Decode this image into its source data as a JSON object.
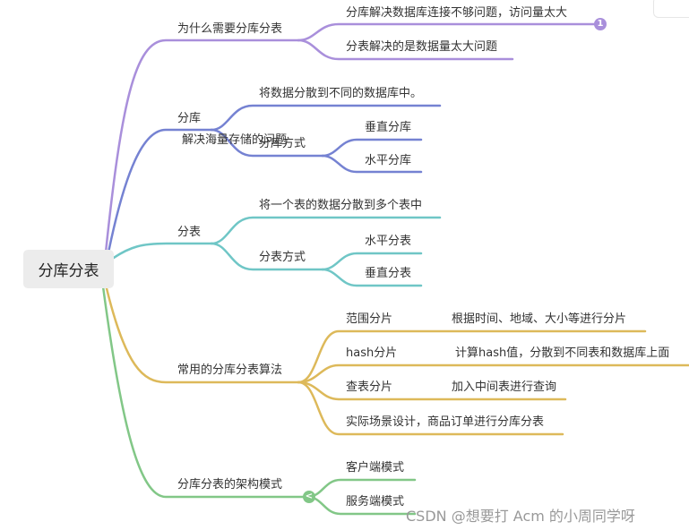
{
  "root": "分库分表",
  "colors": {
    "purple": "#a98fdb",
    "blue": "#7582d2",
    "teal": "#6fc6c6",
    "yellow": "#ddb95a",
    "green": "#82c787"
  },
  "b1": {
    "label": "为什么需要分库分表",
    "c1": "分库解决数据库连接不够问题，访问量太大",
    "c2": "分表解决的是数据量太大问题",
    "badge": "1"
  },
  "b2": {
    "label": "分库",
    "c1": "将数据分散到不同的数据库中。",
    "c2": "分库方式",
    "c2a": "垂直分库",
    "c2b": "水平分库",
    "note": "解决海量存储的问题"
  },
  "b3": {
    "label": "分表",
    "c1": "将一个表的数据分散到多个表中",
    "c2": "分表方式",
    "c2a": "水平分表",
    "c2b": "垂直分表"
  },
  "b4": {
    "label": "常用的分库分表算法",
    "rows": [
      {
        "name": "范围分片",
        "desc": "根据时间、地域、大小等进行分片"
      },
      {
        "name": "hash分片",
        "desc": "计算hash值，分散到不同表和数据库上面"
      },
      {
        "name": "查表分片",
        "desc": "加入中间表进行查询"
      }
    ],
    "last": "实际场景设计，商品订单进行分库分表"
  },
  "b5": {
    "label": "分库分表的架构模式",
    "c1": "客户端模式",
    "c2": "服务端模式",
    "badge": "<"
  },
  "watermark": "CSDN @想要打 Acm 的小周同学呀"
}
